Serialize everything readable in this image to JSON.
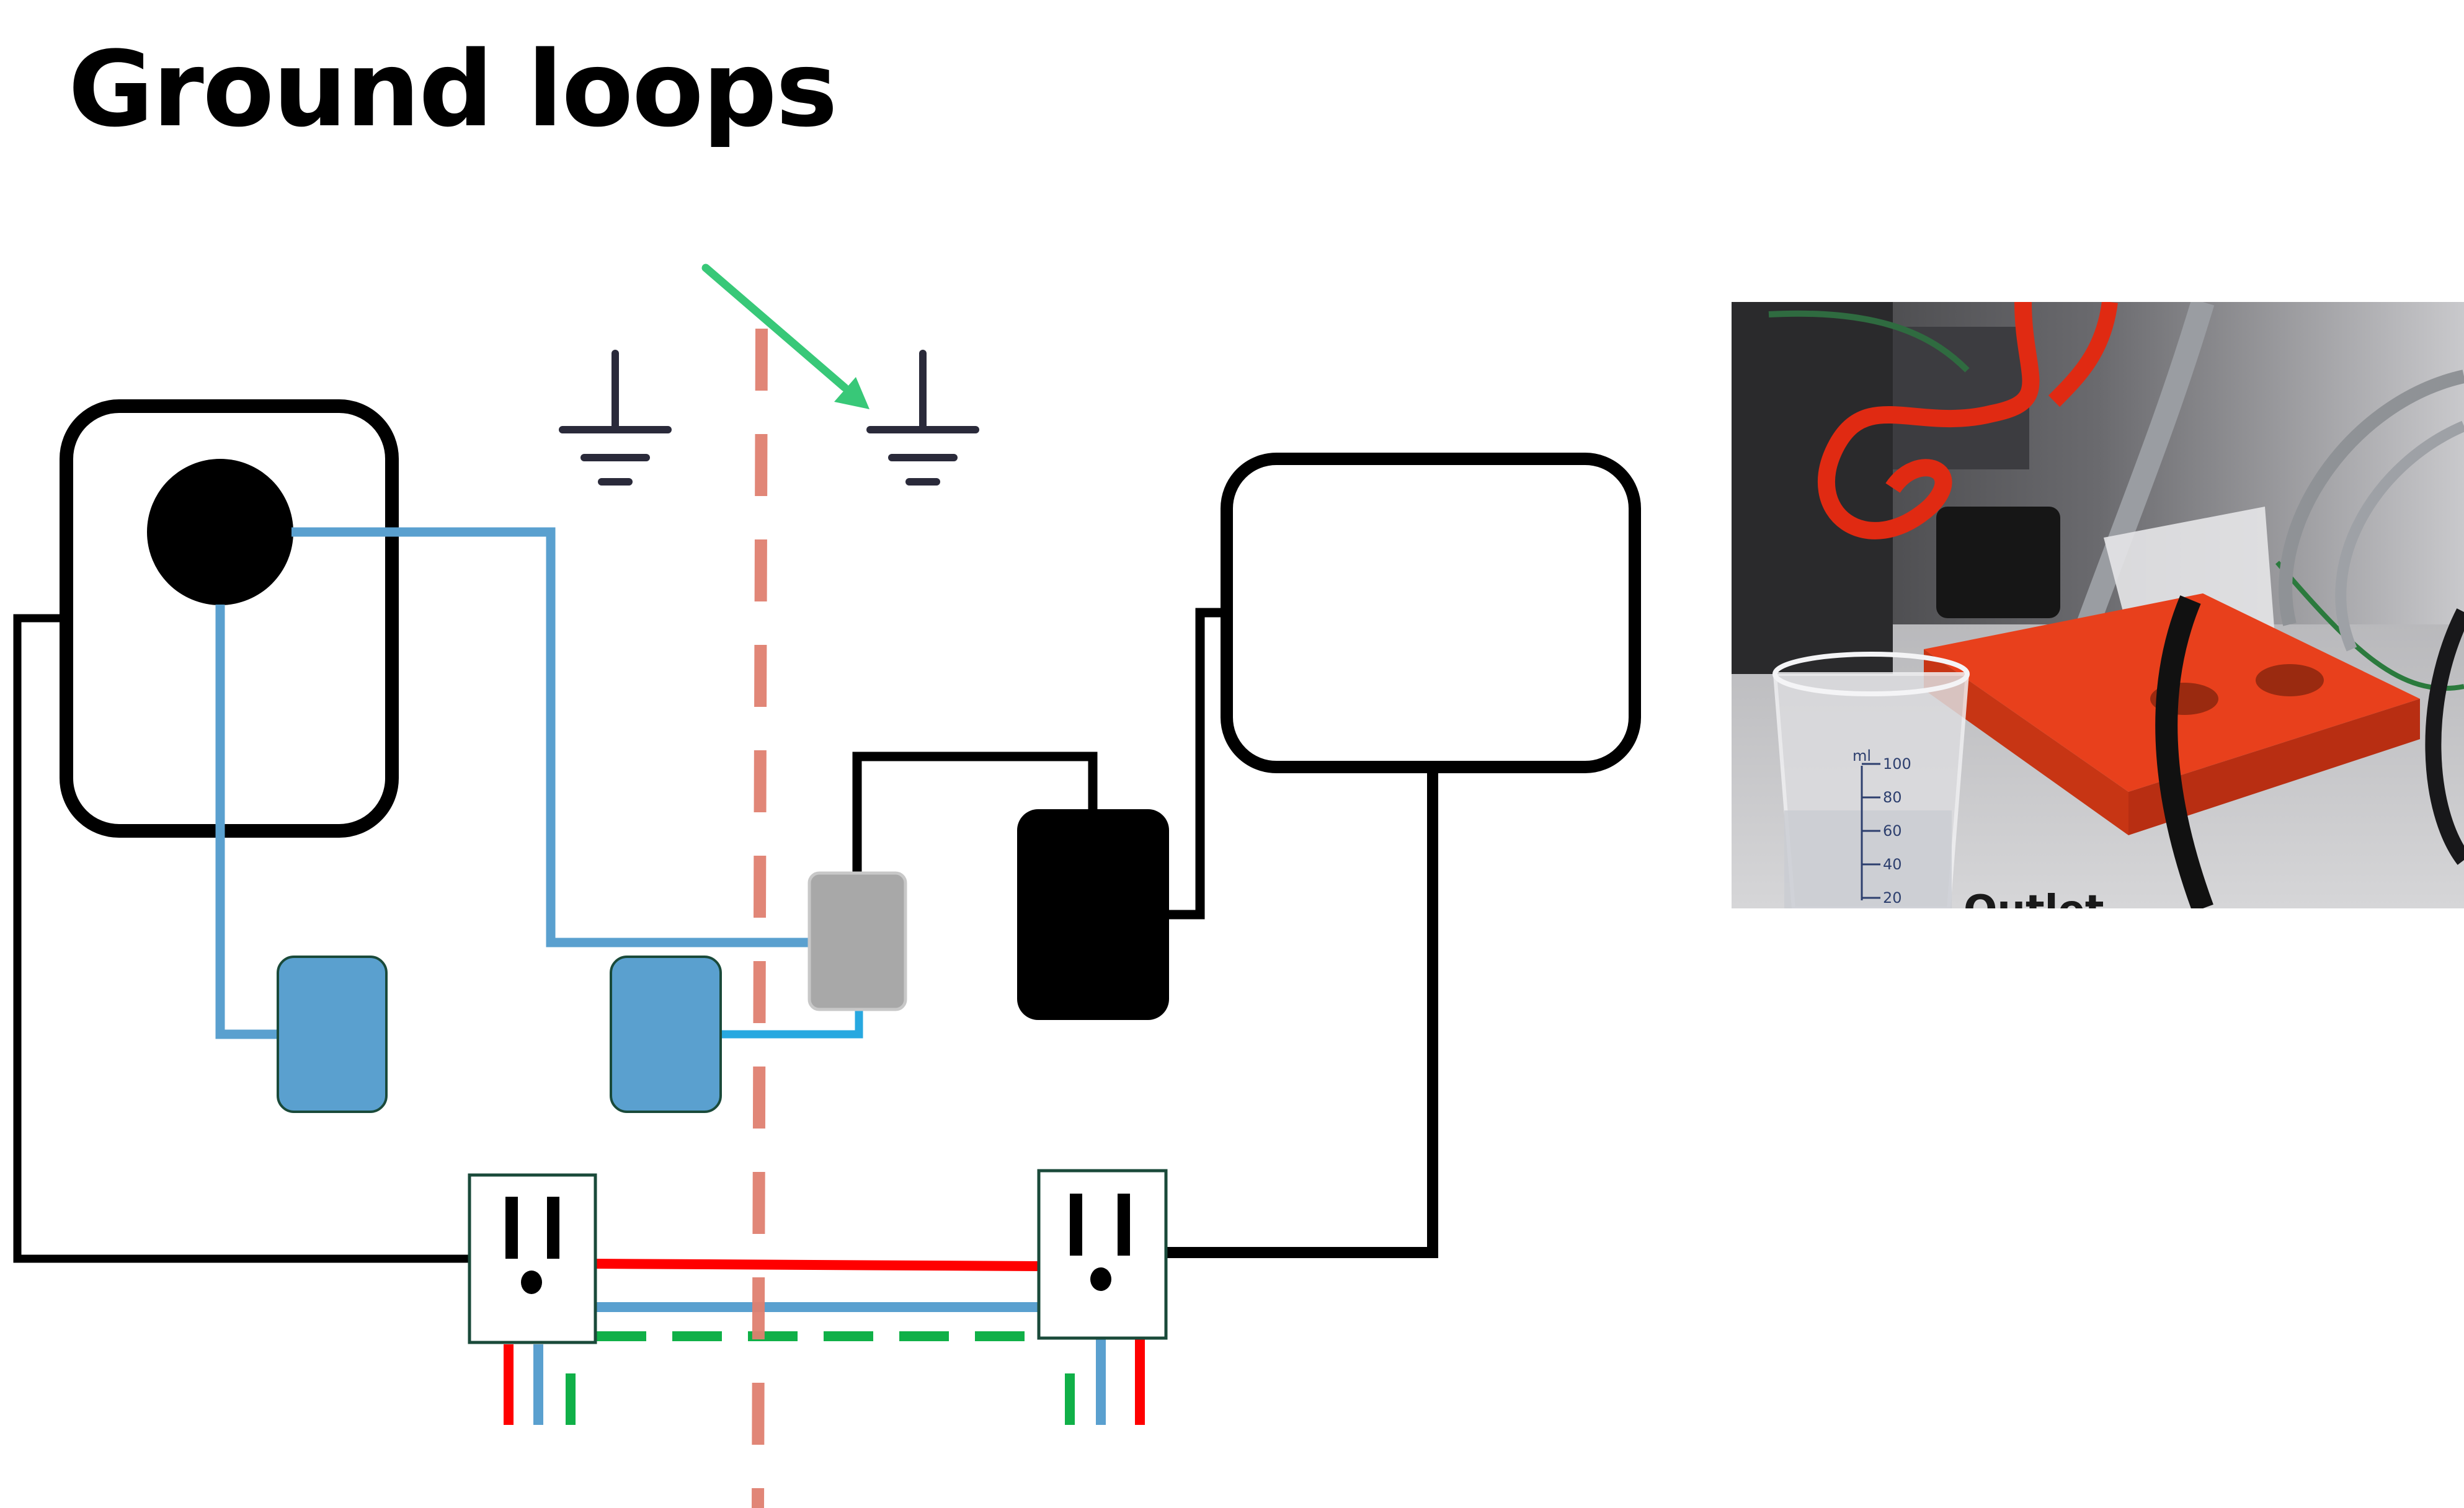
{
  "title": "Ground loops",
  "photo": {
    "caption": "Outlet",
    "beaker_unit": "ml",
    "beaker_marks": [
      "100",
      "80",
      "60",
      "40",
      "20"
    ]
  },
  "colors": {
    "wire_black": "#000000",
    "signal_blue": "#5aa0cf",
    "hot_red": "#ff0000",
    "ground_green": "#10b048",
    "divider_salmon": "#e08070",
    "arrow_green": "#38c878",
    "connector_blue": "#5aa0cf",
    "adapter_gray": "#a8a8a8",
    "ground_symbol": "#2a2a3a",
    "power_strip_orange": "#e8401c"
  },
  "icons": [
    "ground-symbol-icon",
    "ground-symbol-icon",
    "outlet-icon",
    "outlet-icon",
    "arrow-icon"
  ]
}
